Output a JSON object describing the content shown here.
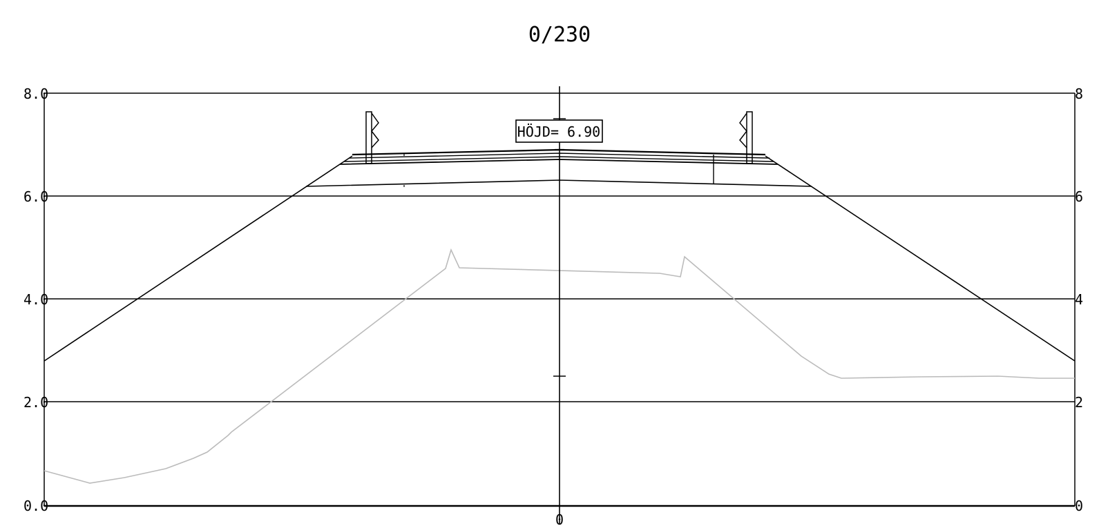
{
  "title": "0/230",
  "axis": {
    "left_labels": [
      "8.0",
      "6.0",
      "4.0",
      "2.0",
      "0.0"
    ],
    "right_labels": [
      "8",
      "6",
      "4",
      "2",
      "0"
    ],
    "centerline_label": "0"
  },
  "annotation": {
    "height_label": "HÖJD= 6.90"
  },
  "colors": {
    "linework": "#000000",
    "existing_ground": "#bbbbbb",
    "background": "#ffffff"
  },
  "icons": {
    "signal_left": "railway-signal-icon",
    "signal_right": "railway-signal-icon"
  }
}
